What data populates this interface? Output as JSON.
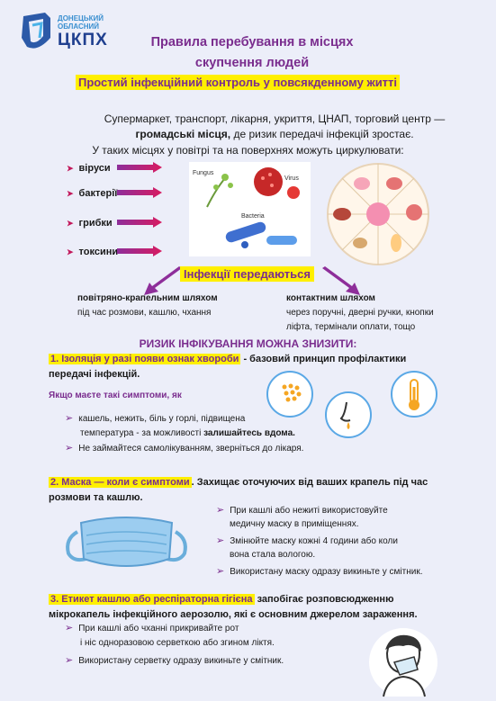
{
  "logo": {
    "org_line1": "ДОНЕЦЬКИЙ",
    "org_line2": "ОБЛАСНИЙ",
    "abbr": "ЦКПХ"
  },
  "title": {
    "line1": "Правила перебування в місцях",
    "line2": "скупчення людей"
  },
  "subtitle": "Простий інфекційний контроль у повсякденному житті",
  "intro": {
    "line1": "Супермаркет, транспорт, лікарня, укриття, ЦНАП, торговий центр —",
    "bold": "громадські місця,",
    "line2_rest": " де ризик передачі інфекцій зростає.",
    "line3": "У таких місцях у повітрі та на поверхнях можуть циркулювати:"
  },
  "pathogens": [
    "віруси",
    "бактерії",
    "грибки",
    "токсини"
  ],
  "pic1_labels": {
    "fungus": "Fungus",
    "virus": "Virus",
    "bacteria": "Bacteria"
  },
  "transmit": {
    "heading": "Інфекції передаються",
    "left": {
      "title": "повітряно-крапельним шляхом",
      "text": "під час розмови, кашлю, чхання"
    },
    "right": {
      "title": "контактним шляхом",
      "text1": "через поручні, дверні ручки,  кнопки",
      "text2": "ліфта, термінали оплати, тощо"
    }
  },
  "risk_heading": "РИЗИК ІНФІКУВАННЯ МОЖНА ЗНИЗИТИ:",
  "section1": {
    "title": "1. Ізоляція у разі появи ознак хвороби",
    "rest": " - базовий принцип профілактики",
    "rest2": "передачі інфекцій.",
    "symptoms_head": "Якщо маєте такі симптоми, як",
    "b1_line1": "кашель, нежить, біль у горлі, підвищена",
    "b1_line2": "температура - за можливості ",
    "b1_bold": "залишайтесь вдома.",
    "b2": "Не займайтеся самолікуванням, зверніться до лікаря."
  },
  "section2": {
    "title": "2. Маска — коли є симптоми",
    "rest": ". Захищає оточуючих від ваших крапель під час",
    "rest2": "розмови та кашлю.",
    "b1_line1": "При кашлі або нежиті використовуйте",
    "b1_line2": "медичну маску в приміщеннях.",
    "b2_line1": "Змінюйте маску кожні 4 години або коли",
    "b2_line2": "вона стала вологою.",
    "b3": "Використану маску одразу викиньте у смітник."
  },
  "section3": {
    "title": "3. Етикет кашлю або респіраторна гігієна",
    "rest": " запобігає розповсюдженню",
    "rest2": "мікрокапель інфекційного аерозолю, які є основним джерелом зараження.",
    "b1_line1": "При кашлі або чханні прикривайте рот",
    "b1_line2": "і ніс одноразовою серветкою або згином ліктя.",
    "b2": "Використану серветку одразу викиньте у смітник."
  }
}
